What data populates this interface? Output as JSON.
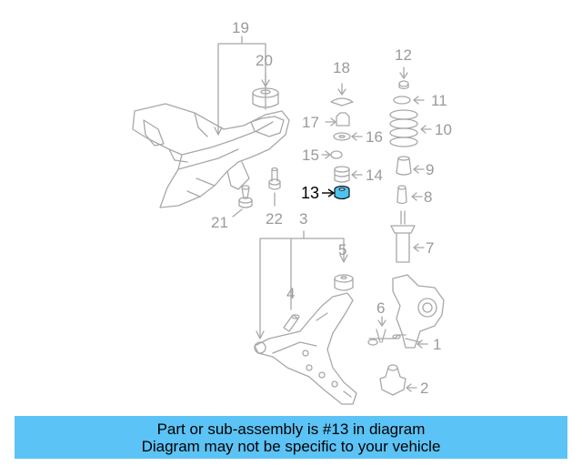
{
  "diagram": {
    "callouts": [
      {
        "id": "1",
        "label": "1"
      },
      {
        "id": "2",
        "label": "2"
      },
      {
        "id": "3",
        "label": "3"
      },
      {
        "id": "4",
        "label": "4"
      },
      {
        "id": "5",
        "label": "5"
      },
      {
        "id": "6",
        "label": "6"
      },
      {
        "id": "7",
        "label": "7"
      },
      {
        "id": "8",
        "label": "8"
      },
      {
        "id": "9",
        "label": "9"
      },
      {
        "id": "10",
        "label": "10"
      },
      {
        "id": "11",
        "label": "11"
      },
      {
        "id": "12",
        "label": "12"
      },
      {
        "id": "13",
        "label": "13"
      },
      {
        "id": "14",
        "label": "14"
      },
      {
        "id": "15",
        "label": "15"
      },
      {
        "id": "16",
        "label": "16"
      },
      {
        "id": "17",
        "label": "17"
      },
      {
        "id": "18",
        "label": "18"
      },
      {
        "id": "19",
        "label": "19"
      },
      {
        "id": "20",
        "label": "20"
      },
      {
        "id": "21",
        "label": "21"
      },
      {
        "id": "22",
        "label": "22"
      }
    ],
    "highlighted_part": "13",
    "highlight_color": "#4fc3f0",
    "line_color": "#a8a8a8"
  },
  "banner": {
    "line1": "Part or sub-assembly is #13 in diagram",
    "line2": "Diagram may not be specific to your vehicle",
    "background": "#5bc3f5"
  }
}
